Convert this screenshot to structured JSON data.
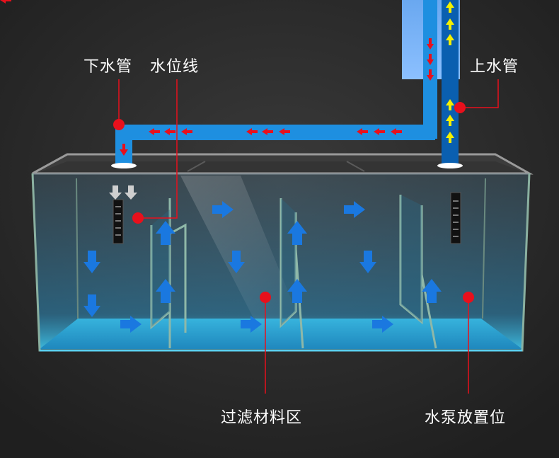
{
  "labels": {
    "outlet_pipe": "下水管",
    "water_line": "水位线",
    "inlet_pipe": "上水管",
    "filter_zone": "过滤材料区",
    "pump_position": "水泵放置位"
  },
  "colors": {
    "background": "#2a2a2a",
    "pipe_blue": "#1e8fe0",
    "pipe_dark": "#0a5fb0",
    "marker_red": "#e8101c",
    "water_cyan": "#3fb8e8",
    "flow_arrow": "#1a78e0",
    "up_arrow_yellow": "#f4f000",
    "pipe_arrow_red": "#e8101c"
  },
  "icons": [
    "red-marker-dot",
    "flow-arrow-icon",
    "level-gauge-icon"
  ]
}
